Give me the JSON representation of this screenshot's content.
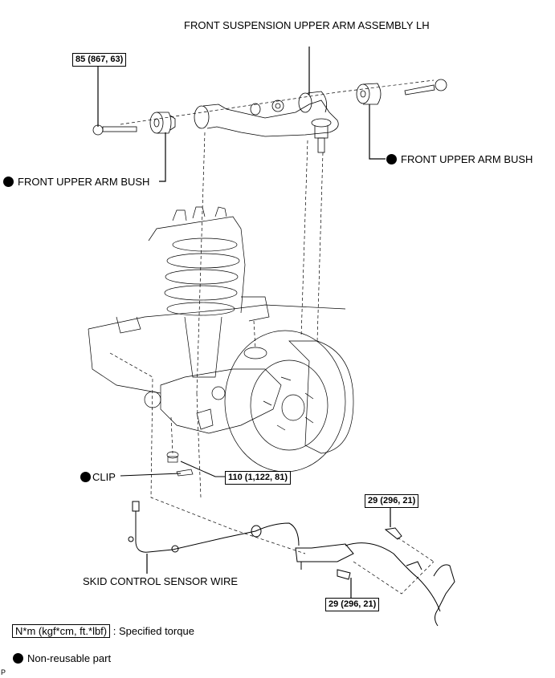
{
  "diagram": {
    "title_label": "FRONT SUSPENSION UPPER ARM ASSEMBLY LH",
    "callouts": {
      "bush_left": "FRONT UPPER ARM BUSH",
      "bush_right": "FRONT UPPER ARM BUSH",
      "clip": "CLIP",
      "sensor_wire": "SKID CONTROL SENSOR WIRE"
    },
    "torques": {
      "upper_bolt": "85 (867, 63)",
      "clip_nut": "110 (1,122, 81)",
      "sensor_bolt_upper": "29 (296, 21)",
      "sensor_bolt_lower": "29 (296, 21)"
    },
    "non_reusable_marker": "filled-circle-icon",
    "legend": {
      "torque_unit": "N*m (kgf*cm, ft.*lbf)",
      "torque_desc": ": Specified torque",
      "non_reusable_desc": "Non-reusable part"
    },
    "corner_mark": "P"
  }
}
